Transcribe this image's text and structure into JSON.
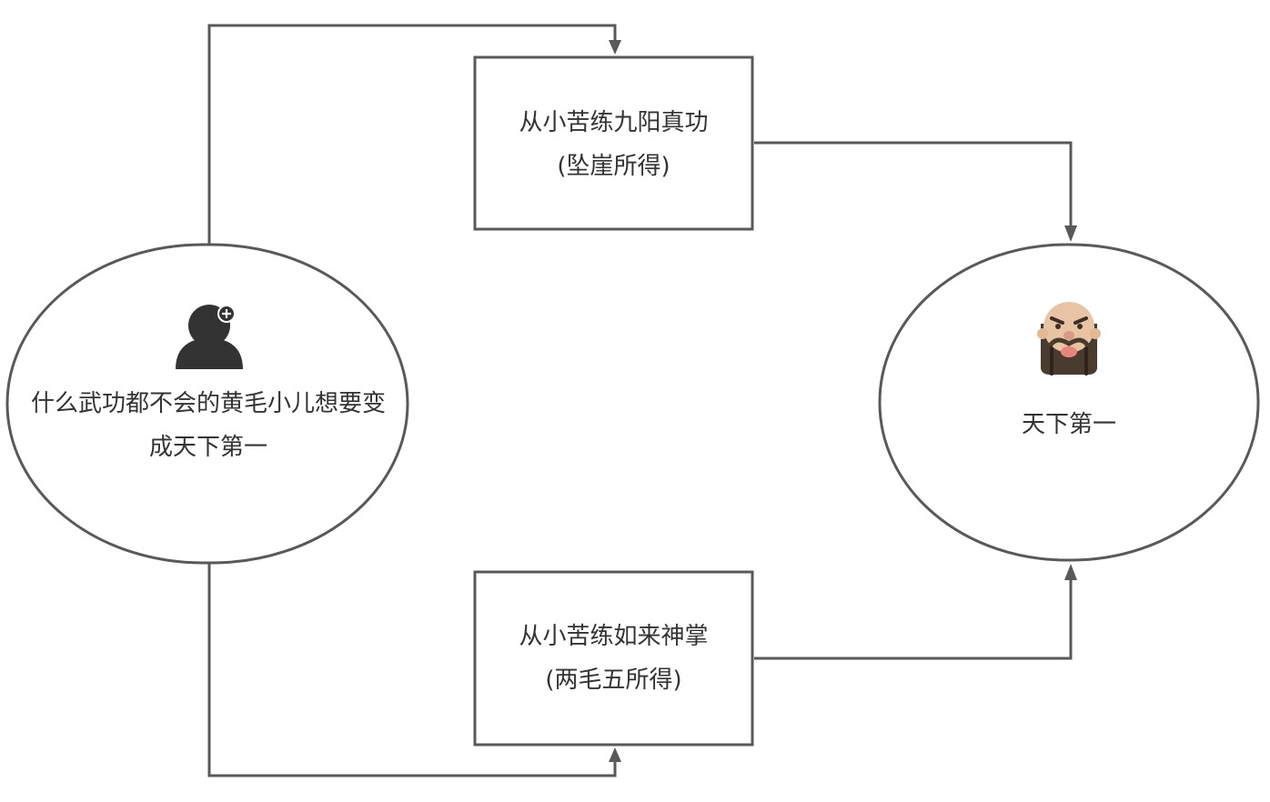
{
  "nodes": {
    "start": {
      "line1": "什么武功都不会的黄毛小儿想要变",
      "line2": "成天下第一",
      "icon": "add-user-icon"
    },
    "top_path": {
      "line1": "从小苦练九阳真功",
      "line2": "(坠崖所得)"
    },
    "bottom_path": {
      "line1": "从小苦练如来神掌",
      "line2": "(两毛五所得)"
    },
    "end": {
      "line1": "天下第一",
      "icon": "bald-old-master-icon"
    }
  },
  "colors": {
    "stroke": "#595959",
    "text": "#333333",
    "icon_dark": "#333333",
    "skin": "#e8c4a4",
    "beard": "#4a3b2f",
    "mouth": "#e8847a"
  }
}
